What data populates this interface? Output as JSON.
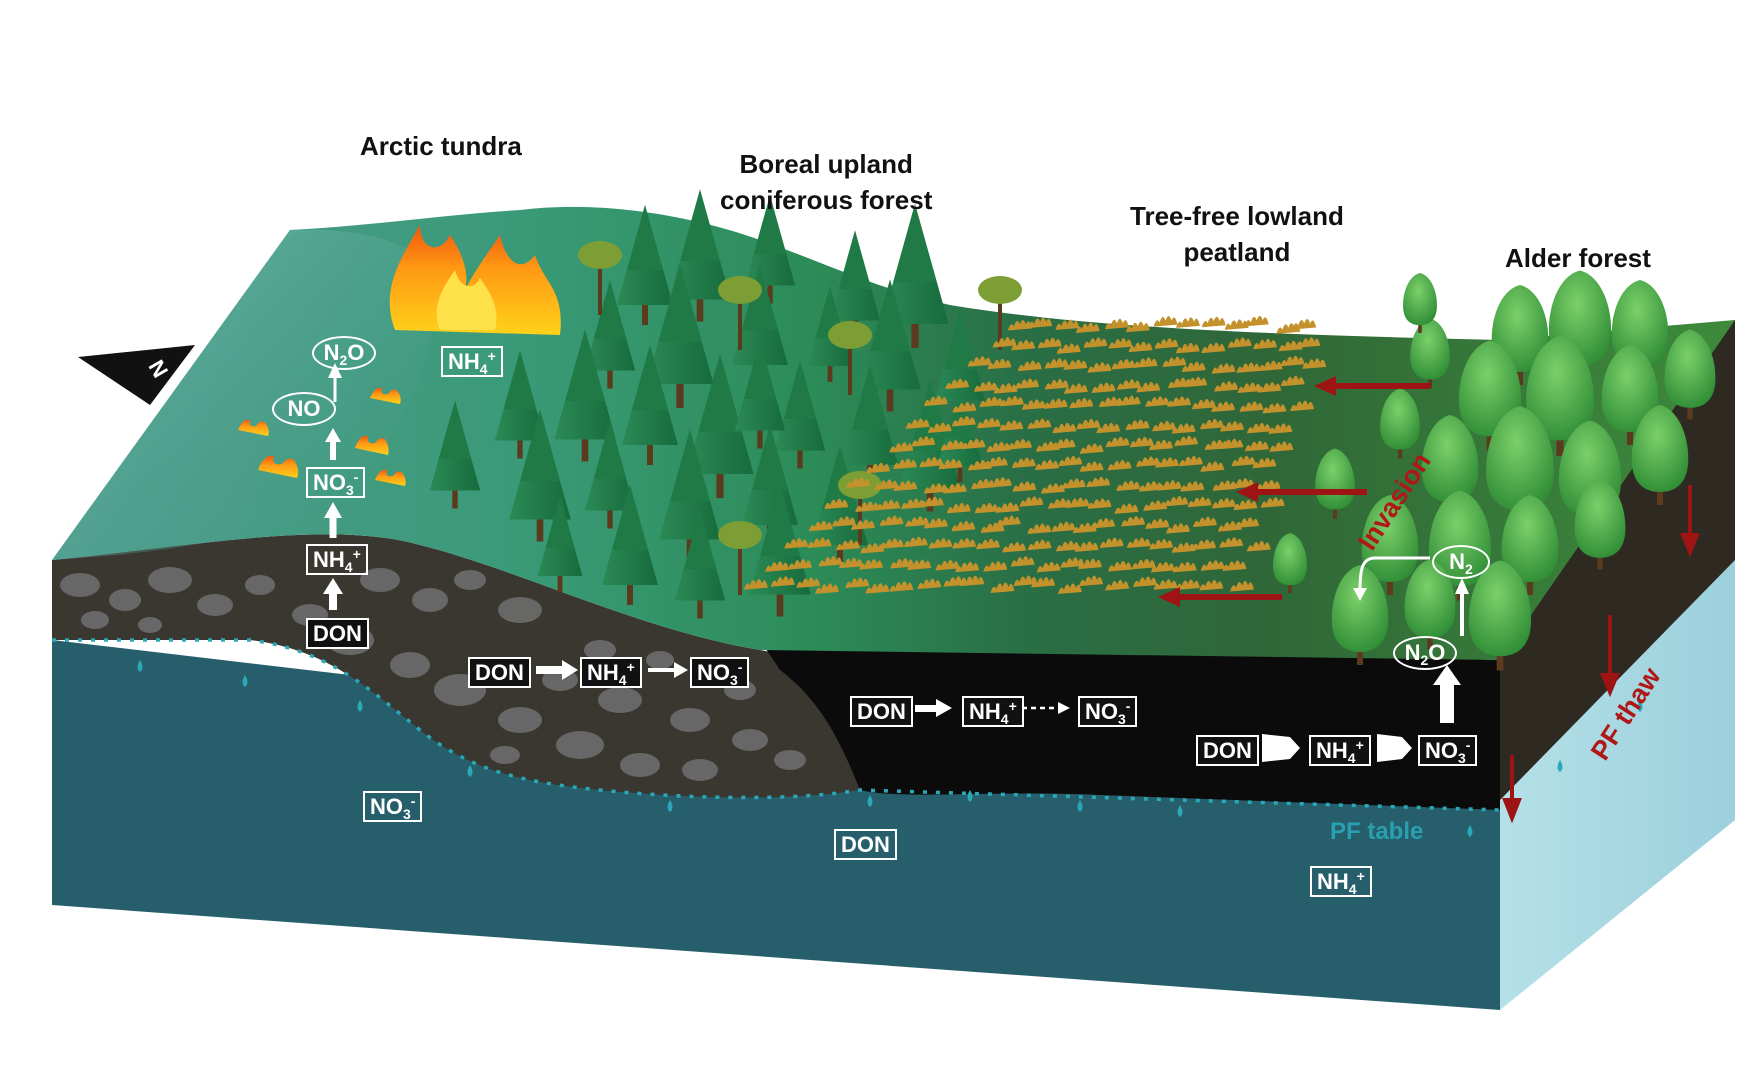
{
  "regions": {
    "arctic_tundra": "Arctic tundra",
    "boreal_line1": "Boreal upland",
    "boreal_line2": "coniferous forest",
    "peatland_line1": "Tree-free lowland",
    "peatland_line2": "peatland",
    "alder": "Alder forest"
  },
  "north_arrow": {
    "letter": "N",
    "icon": "north-arrow-icon"
  },
  "tundra_column": {
    "n2o": {
      "base": "N",
      "sub": "2",
      "end": "O"
    },
    "no": "NO",
    "no3": {
      "base": "NO",
      "sub": "3",
      "sup": "-"
    },
    "nh4": {
      "base": "NH",
      "sub": "4",
      "sup": "+"
    },
    "don": "DON"
  },
  "tundra_surface_nh4": {
    "base": "NH",
    "sub": "4",
    "sup": "+"
  },
  "upland_soil_chain": {
    "don": "DON",
    "nh4": {
      "base": "NH",
      "sub": "4",
      "sup": "+"
    },
    "no3": {
      "base": "NO",
      "sub": "3",
      "sup": "-"
    }
  },
  "peat_soil_chain": {
    "don": "DON",
    "nh4": {
      "base": "NH",
      "sub": "4",
      "sup": "+"
    },
    "no3": {
      "base": "NO",
      "sub": "3",
      "sup": "-"
    }
  },
  "alder_chain": {
    "don": "DON",
    "nh4": {
      "base": "NH",
      "sub": "4",
      "sup": "+"
    },
    "no3": {
      "base": "NO",
      "sub": "3",
      "sup": "-"
    },
    "n2o": {
      "base": "N",
      "sub": "2",
      "end": "O"
    },
    "n2": {
      "base": "N",
      "sub": "2"
    }
  },
  "permafrost_pool": {
    "no3": {
      "base": "NO",
      "sub": "3",
      "sup": "-"
    },
    "don": "DON",
    "nh4": {
      "base": "NH",
      "sub": "4",
      "sup": "+"
    }
  },
  "labels": {
    "invasion": "Invasion",
    "pf_thaw": "PF thaw",
    "pf_table": "PF table"
  },
  "colors": {
    "tundra_surface": "#4c9e8c",
    "forest_floor": "#2d8a56",
    "peat_surface": "#2f6a3a",
    "active_layer_rock": "#2f2a24",
    "peat_soil": "#0a0a0a",
    "permafrost": "#265e6b",
    "permafrost_side": "#a3d6e0",
    "invasion_red": "#9e1414",
    "pf_table_cyan": "#2a9fb0",
    "shrub_gold": "#c4922c"
  }
}
